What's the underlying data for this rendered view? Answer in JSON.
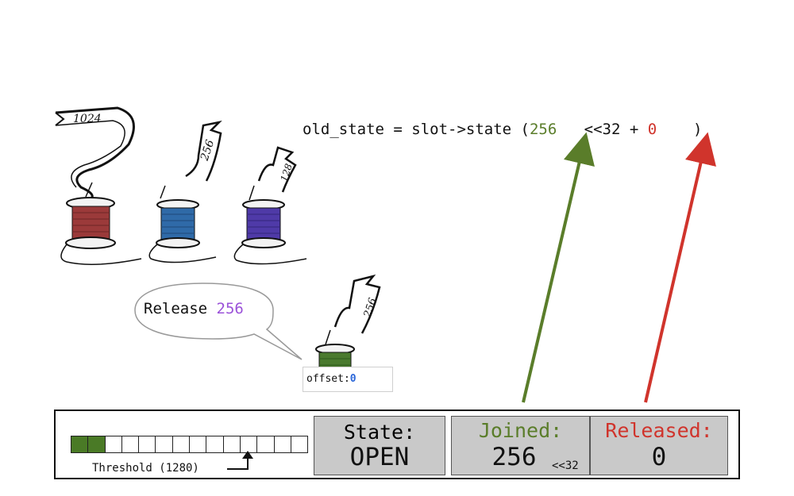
{
  "code_line": {
    "prefix": "old_state = slot->state (",
    "joined_value": "256",
    "shift": "<<32 + ",
    "released_value": "0",
    "suffix": ")"
  },
  "spools": [
    {
      "label": "1024",
      "thread_color": "#9b3a3a"
    },
    {
      "label": "256",
      "thread_color": "#2f6aa8"
    },
    {
      "label": "128",
      "thread_color": "#4f3aa8"
    },
    {
      "label": "256",
      "thread_color": "#4a7a2e"
    }
  ],
  "bubble": {
    "text": "Release",
    "value": "256"
  },
  "offset": {
    "label": "offset:",
    "value": "0"
  },
  "bitmap": {
    "total_cells": 14,
    "filled_cells": 2,
    "threshold_label": "Threshold (1280)"
  },
  "state_box": {
    "label": "State:",
    "value": "OPEN"
  },
  "joined_box": {
    "label": "Joined:",
    "value": "256",
    "suffix": "<<32"
  },
  "released_box": {
    "label": "Released:",
    "value": "0"
  },
  "colors": {
    "joined": "#5a7d2a",
    "released": "#d0342c",
    "bubble_value": "#9b52d9",
    "offset_value": "#2a66d9"
  }
}
